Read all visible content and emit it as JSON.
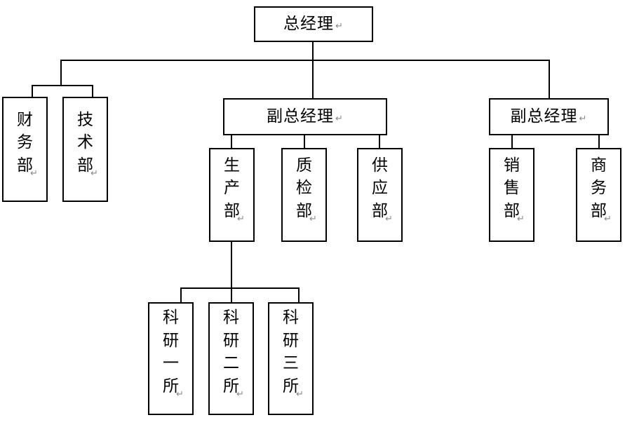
{
  "chart_data": {
    "type": "diagram",
    "diagram_type": "organizational-chart",
    "title": "",
    "orientation": "top-down",
    "nodes": [
      {
        "id": "gm",
        "label": "总经理",
        "level": 0,
        "parent": null,
        "text_orientation": "horizontal",
        "paragraph_mark": "↵"
      },
      {
        "id": "fin",
        "label": "财务部",
        "level": 1,
        "parent": "gm",
        "text_orientation": "vertical",
        "chars": [
          "财",
          "务",
          "部"
        ],
        "paragraph_mark": "↵"
      },
      {
        "id": "tech",
        "label": "技术部",
        "level": 1,
        "parent": "gm",
        "text_orientation": "vertical",
        "chars": [
          "技",
          "术",
          "部"
        ],
        "paragraph_mark": "↵"
      },
      {
        "id": "dgm1",
        "label": "副总经理",
        "level": 1,
        "parent": "gm",
        "text_orientation": "horizontal",
        "paragraph_mark": "↵"
      },
      {
        "id": "dgm2",
        "label": "副总经理",
        "level": 1,
        "parent": "gm",
        "text_orientation": "horizontal",
        "paragraph_mark": "↵"
      },
      {
        "id": "prod",
        "label": "生产部",
        "level": 2,
        "parent": "dgm1",
        "text_orientation": "vertical",
        "chars": [
          "生",
          "产",
          "部"
        ],
        "paragraph_mark": "↵"
      },
      {
        "id": "qc",
        "label": "质检部",
        "level": 2,
        "parent": "dgm1",
        "text_orientation": "vertical",
        "chars": [
          "质",
          "检",
          "部"
        ],
        "paragraph_mark": "↵"
      },
      {
        "id": "supp",
        "label": "供应部",
        "level": 2,
        "parent": "dgm1",
        "text_orientation": "vertical",
        "chars": [
          "供",
          "应",
          "部"
        ],
        "paragraph_mark": "↵"
      },
      {
        "id": "sales",
        "label": "销售部",
        "level": 2,
        "parent": "dgm2",
        "text_orientation": "vertical",
        "chars": [
          "销",
          "售",
          "部"
        ],
        "paragraph_mark": "↵"
      },
      {
        "id": "biz",
        "label": "商务部",
        "level": 2,
        "parent": "dgm2",
        "text_orientation": "vertical",
        "chars": [
          "商",
          "务",
          "部"
        ],
        "paragraph_mark": "↵"
      },
      {
        "id": "ri1",
        "label": "科研一所",
        "level": 3,
        "parent": "prod",
        "text_orientation": "vertical",
        "chars": [
          "科",
          "研",
          "一",
          "所"
        ],
        "paragraph_mark": "↵"
      },
      {
        "id": "ri2",
        "label": "科研二所",
        "level": 3,
        "parent": "prod",
        "text_orientation": "vertical",
        "chars": [
          "科",
          "研",
          "二",
          "所"
        ],
        "paragraph_mark": "↵"
      },
      {
        "id": "ri3",
        "label": "科研三所",
        "level": 3,
        "parent": "prod",
        "text_orientation": "vertical",
        "chars": [
          "科",
          "研",
          "三",
          "所"
        ],
        "paragraph_mark": "↵"
      }
    ],
    "edges": [
      {
        "from": "gm",
        "to": "fin"
      },
      {
        "from": "gm",
        "to": "tech"
      },
      {
        "from": "gm",
        "to": "dgm1"
      },
      {
        "from": "gm",
        "to": "dgm2"
      },
      {
        "from": "dgm1",
        "to": "prod"
      },
      {
        "from": "dgm1",
        "to": "qc"
      },
      {
        "from": "dgm1",
        "to": "supp"
      },
      {
        "from": "dgm2",
        "to": "sales"
      },
      {
        "from": "dgm2",
        "to": "biz"
      },
      {
        "from": "prod",
        "to": "ri1"
      },
      {
        "from": "prod",
        "to": "ri2"
      },
      {
        "from": "prod",
        "to": "ri3"
      }
    ],
    "colors": {
      "background": "#ffffff",
      "box_border": "#000000",
      "text": "#000000",
      "connector": "#000000",
      "paragraph_mark": "#8a8a8a"
    }
  },
  "boxes": {
    "gm": {
      "text": "总经理",
      "mark": "↵"
    },
    "fin": {
      "c0": "财",
      "c1": "务",
      "c2": "部",
      "mark": "↵"
    },
    "tech": {
      "c0": "技",
      "c1": "术",
      "c2": "部",
      "mark": "↵"
    },
    "dgm1": {
      "text": "副总经理",
      "mark": "↵"
    },
    "dgm2": {
      "text": "副总经理",
      "mark": "↵"
    },
    "prod": {
      "c0": "生",
      "c1": "产",
      "c2": "部",
      "mark": "↵"
    },
    "qc": {
      "c0": "质",
      "c1": "检",
      "c2": "部",
      "mark": "↵"
    },
    "supp": {
      "c0": "供",
      "c1": "应",
      "c2": "部",
      "mark": "↵"
    },
    "sales": {
      "c0": "销",
      "c1": "售",
      "c2": "部",
      "mark": "↵"
    },
    "biz": {
      "c0": "商",
      "c1": "务",
      "c2": "部",
      "mark": "↵"
    },
    "ri1": {
      "c0": "科",
      "c1": "研",
      "c2": "一",
      "c3": "所",
      "mark": "↵"
    },
    "ri2": {
      "c0": "科",
      "c1": "研",
      "c2": "二",
      "c3": "所",
      "mark": "↵"
    },
    "ri3": {
      "c0": "科",
      "c1": "研",
      "c2": "三",
      "c3": "所",
      "mark": "↵"
    }
  }
}
